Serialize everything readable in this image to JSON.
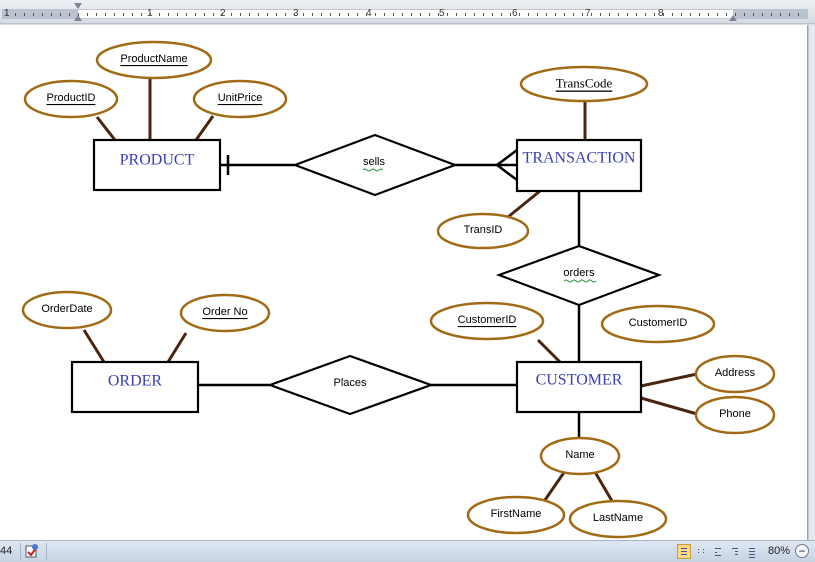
{
  "ruler": {
    "numbers": [
      "1",
      "1",
      "2",
      "3",
      "4",
      "5",
      "6",
      "7",
      "8"
    ]
  },
  "diagram": {
    "entities": {
      "product": "PRODUCT",
      "transaction": "TRANSACTION",
      "order": "ORDER",
      "customer": "CUSTOMER"
    },
    "relationships": {
      "sells": "sells",
      "orders": "orders",
      "places": "Places"
    },
    "attributes": {
      "product_name": "ProductName",
      "product_id": "ProductID",
      "unit_price": "UnitPrice",
      "trans_code": "TransCode",
      "trans_id": "TransID",
      "order_date": "OrderDate",
      "order_no": "Order No",
      "customer_id_key": "CustomerID",
      "customer_id": "CustomerID",
      "address": "Address",
      "phone": "Phone",
      "name": "Name",
      "first_name": "FirstName",
      "last_name": "LastName"
    }
  },
  "statusbar": {
    "page_number": "44",
    "zoom": "80%",
    "zoom_out": "−"
  },
  "colors": {
    "entity_text": "#3a3fb5",
    "attribute_border": "#a06b14",
    "connector_attr": "#4a2510",
    "active_view": "#ffd88a"
  }
}
